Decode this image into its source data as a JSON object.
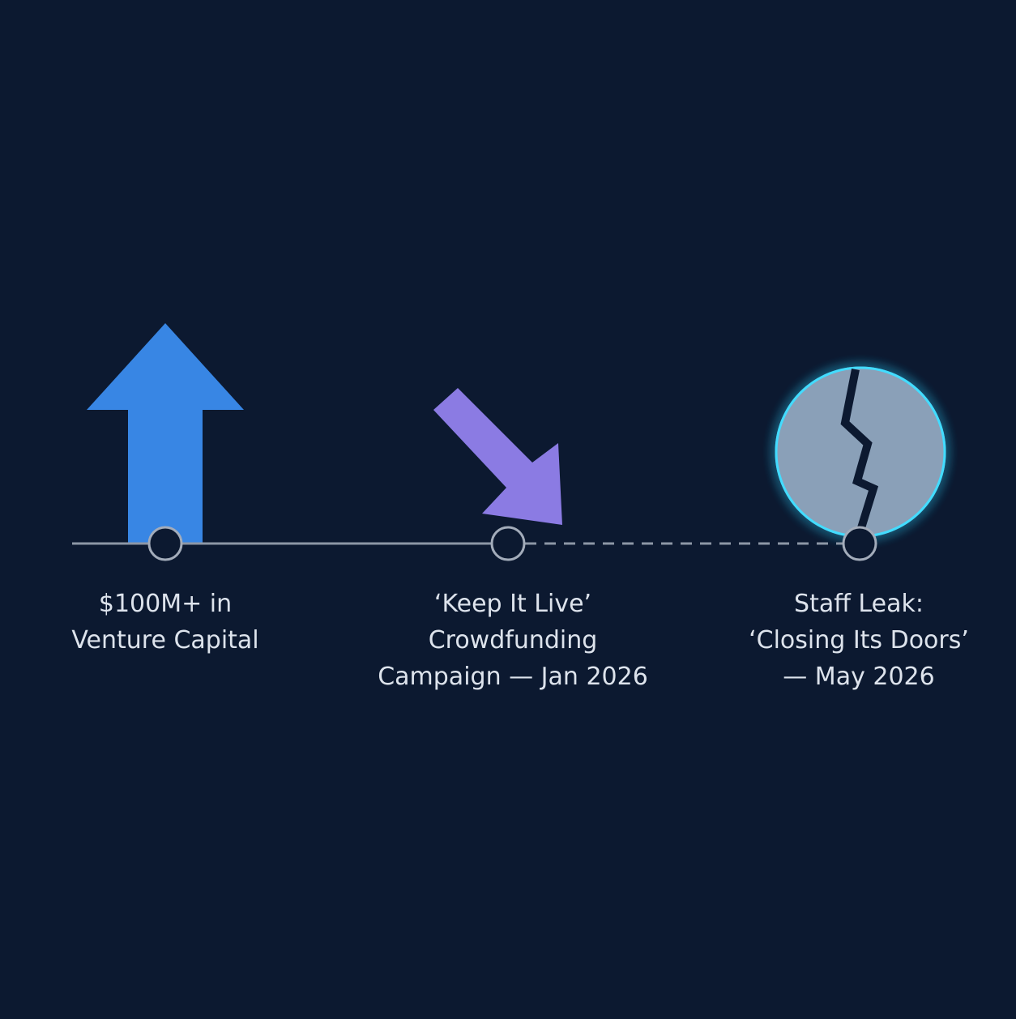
{
  "timeline": {
    "events": [
      {
        "lines": [
          "$100M+ in",
          "Venture Capital"
        ],
        "icon": "arrow-up-icon",
        "color": "#3886e4"
      },
      {
        "lines": [
          "‘Keep It Live’",
          "Crowdfunding",
          "Campaign — Jan 2026"
        ],
        "icon": "arrow-down-right-icon",
        "color": "#8b7be3"
      },
      {
        "lines": [
          "Staff Leak:",
          "‘Closing Its Doors’",
          "— May 2026"
        ],
        "icon": "broken-circle-icon",
        "color": "#8aa0b8",
        "glow": "#38d6ff"
      }
    ],
    "line_color": "#8d97a6",
    "background": "#0c1930"
  }
}
